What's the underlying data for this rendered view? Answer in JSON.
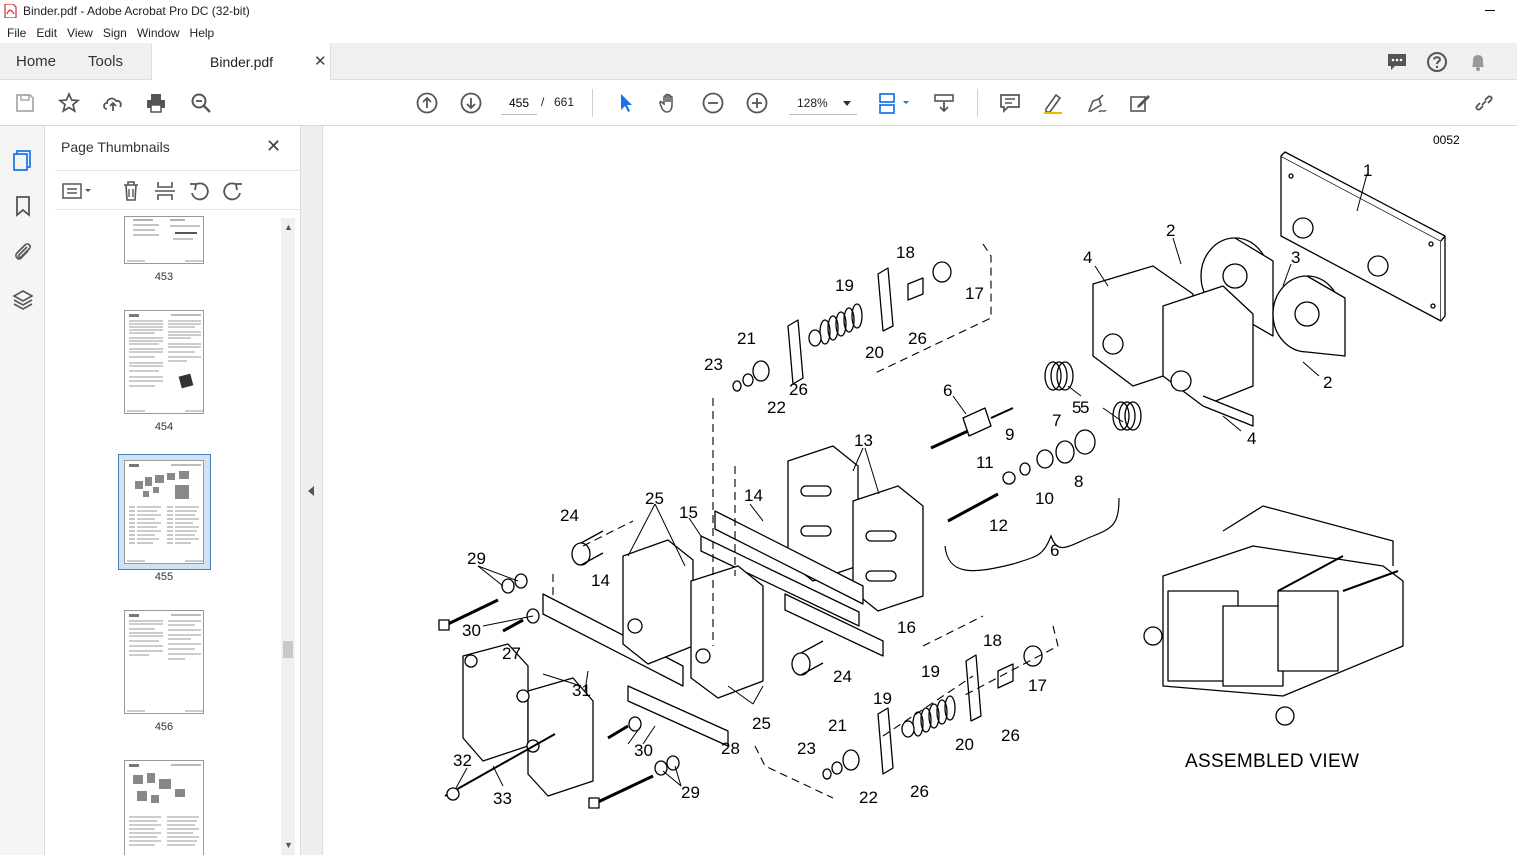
{
  "window": {
    "title": "Binder.pdf - Adobe Acrobat Pro DC (32-bit)"
  },
  "menu": [
    "File",
    "Edit",
    "View",
    "Sign",
    "Window",
    "Help"
  ],
  "tabs": {
    "home": "Home",
    "tools": "Tools",
    "document": "Binder.pdf"
  },
  "toolbar": {
    "page_current": "455",
    "page_separator": "/",
    "page_total": "661",
    "zoom": "128%"
  },
  "panel": {
    "title": "Page Thumbnails",
    "thumbnails": [
      {
        "label": "453"
      },
      {
        "label": "454"
      },
      {
        "label": "455",
        "selected": true
      },
      {
        "label": "456"
      }
    ]
  },
  "document": {
    "figure_code": "0052",
    "assembled_label": "ASSEMBLED VIEW",
    "callouts": [
      "1",
      "2",
      "3",
      "2",
      "4",
      "5",
      "5",
      "4",
      "6",
      "7",
      "8",
      "9",
      "10",
      "11",
      "12",
      "6",
      "13",
      "14",
      "15",
      "16",
      "14",
      "24",
      "25",
      "25",
      "24",
      "29",
      "30",
      "27",
      "31",
      "30",
      "29",
      "32",
      "33",
      "28",
      "17",
      "18",
      "26",
      "19",
      "20",
      "21",
      "22",
      "23",
      "26",
      "18",
      "19",
      "17",
      "20",
      "26",
      "21",
      "19",
      "23",
      "22",
      "26"
    ]
  },
  "colors": {
    "accent": "#1473e6",
    "selected_thumb_bg": "#cfe3f5",
    "pdf_red": "#d7282f"
  }
}
